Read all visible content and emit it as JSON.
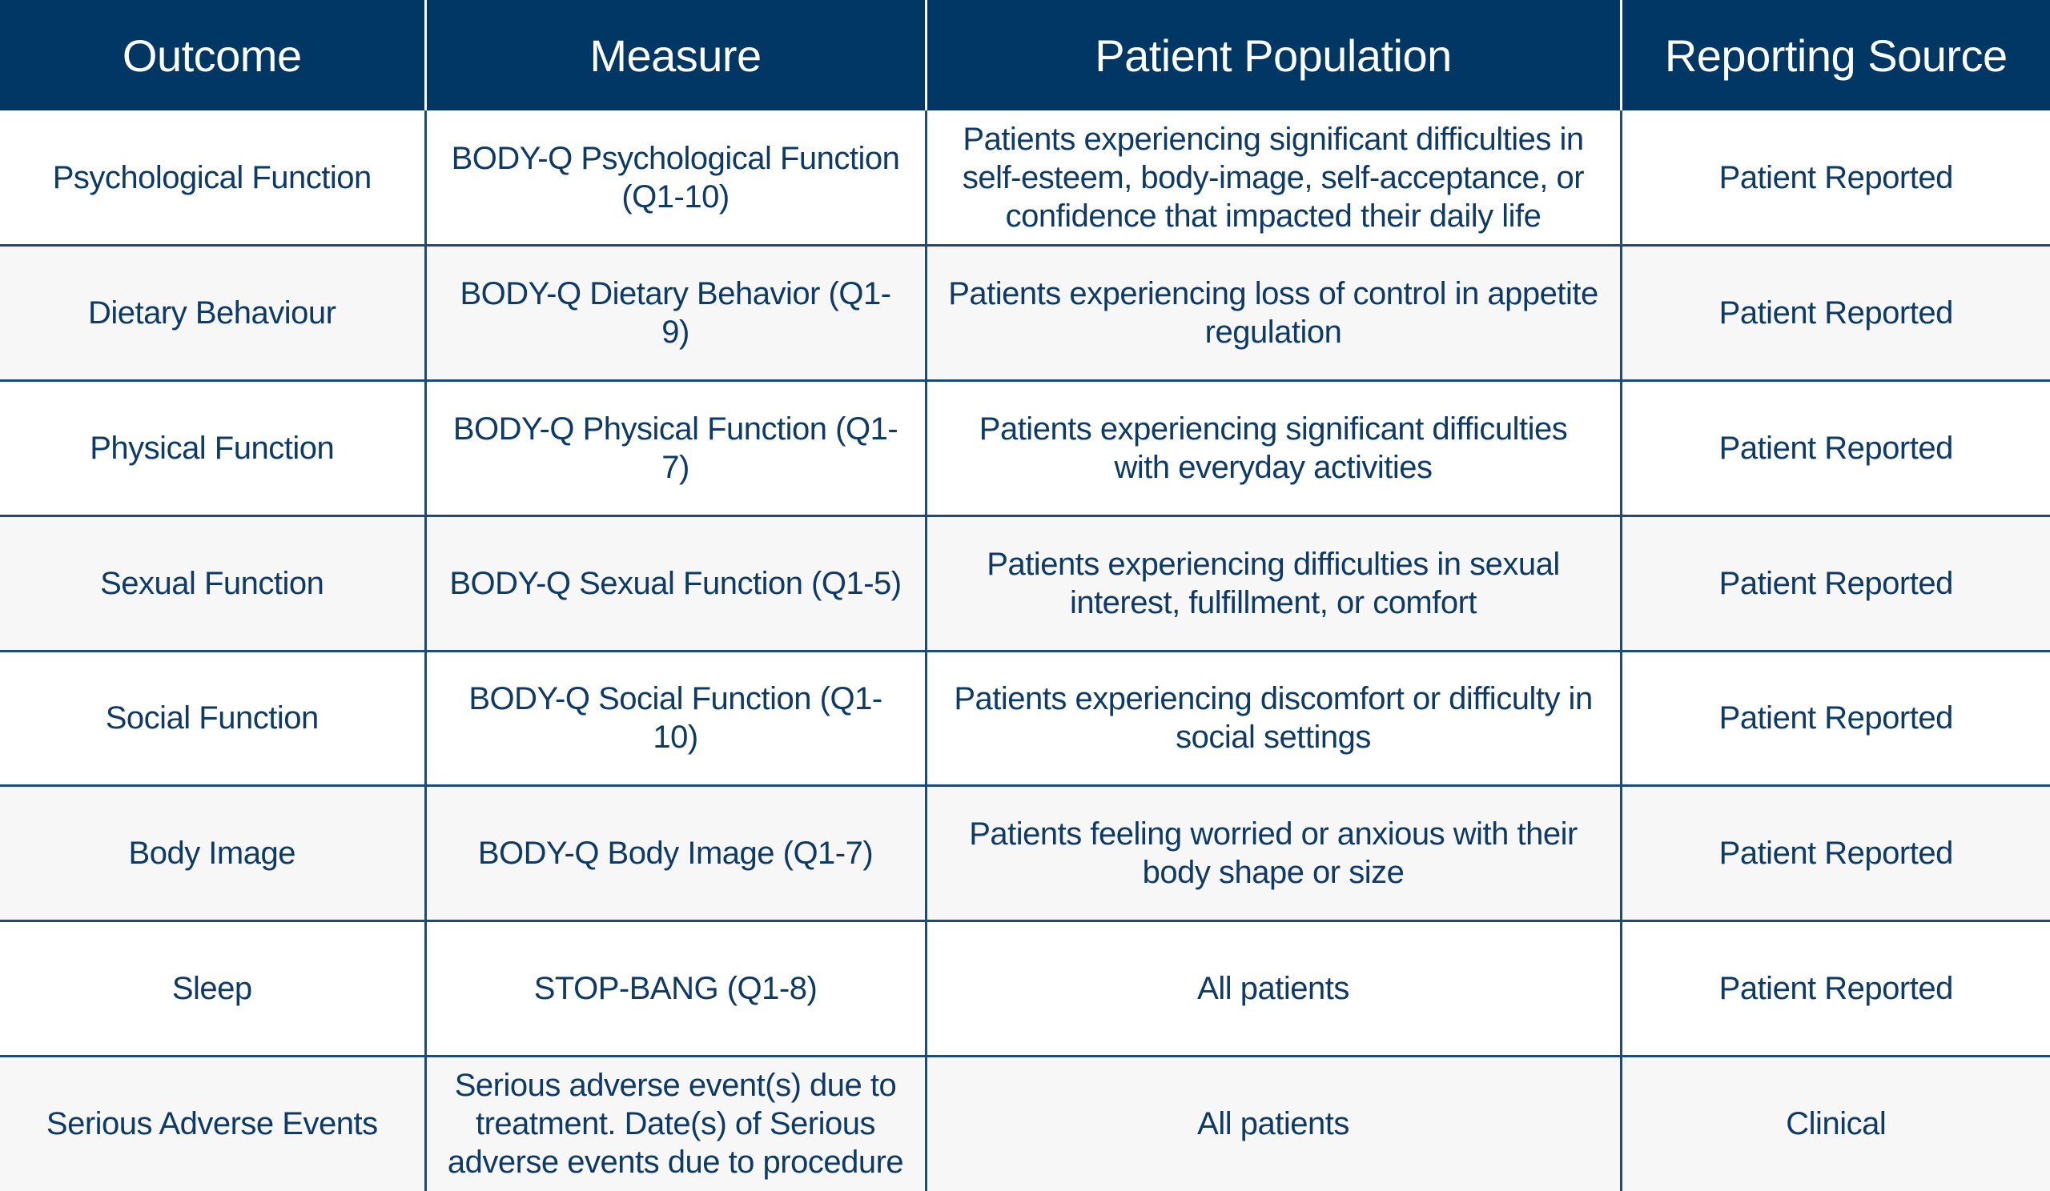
{
  "table": {
    "headers": [
      "Outcome",
      "Measure",
      "Patient Population",
      "Reporting Source"
    ],
    "rows": [
      {
        "outcome": "Psychological Function",
        "measure": "BODY-Q Psychological Function (Q1-10)",
        "population": "Patients experiencing significant difficulties in self-esteem, body-image, self-acceptance, or confidence that impacted their daily life",
        "source": "Patient Reported"
      },
      {
        "outcome": "Dietary Behaviour",
        "measure": "BODY-Q Dietary Behavior (Q1-9)",
        "population": "Patients experiencing loss of control in appetite regulation",
        "source": "Patient Reported"
      },
      {
        "outcome": "Physical Function",
        "measure": "BODY-Q Physical Function (Q1-7)",
        "population": "Patients experiencing significant difficulties with everyday activities",
        "source": "Patient Reported"
      },
      {
        "outcome": "Sexual Function",
        "measure": "BODY-Q Sexual Function (Q1-5)",
        "population": "Patients experiencing difficulties in sexual interest, fulfillment, or comfort",
        "source": "Patient Reported"
      },
      {
        "outcome": "Social Function",
        "measure": "BODY-Q Social Function (Q1-10)",
        "population": "Patients experiencing discomfort or difficulty in social settings",
        "source": "Patient Reported"
      },
      {
        "outcome": "Body Image",
        "measure": "BODY-Q Body Image (Q1-7)",
        "population": "Patients feeling worried or anxious with their body shape or size",
        "source": "Patient Reported"
      },
      {
        "outcome": "Sleep",
        "measure": "STOP-BANG (Q1-8)",
        "population": "All patients",
        "source": "Patient Reported"
      },
      {
        "outcome": "Serious Adverse Events",
        "measure": "Serious adverse event(s) due to treatment. Date(s) of Serious adverse events due to procedure",
        "population": "All patients",
        "source": "Clinical"
      }
    ]
  },
  "colors": {
    "header_bg": "#003764",
    "header_text": "#ffffff",
    "body_text": "#0d3a66",
    "grid_line": "#1d4a78",
    "alt_row_bg": "#f7f7f7"
  }
}
